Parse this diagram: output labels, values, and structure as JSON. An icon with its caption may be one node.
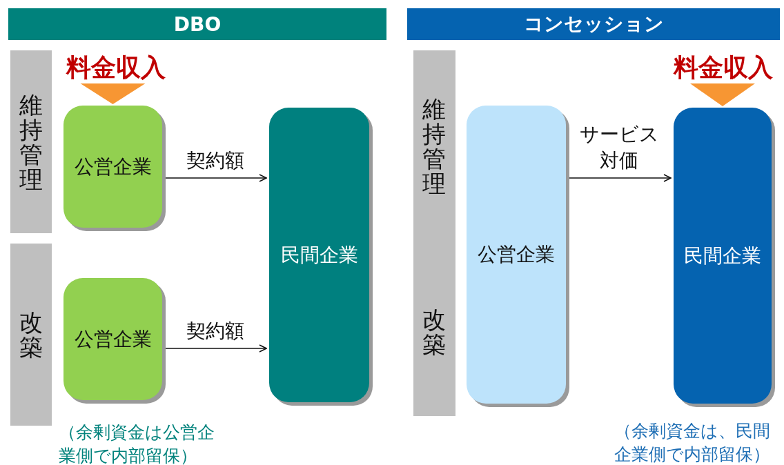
{
  "diagram": {
    "nodes": [
      {
        "text": [
          "DBO"
        ]
      },
      {
        "text": [
          "コンセッション"
        ]
      },
      {
        "text": [
          "維持管理"
        ]
      },
      {
        "text": [
          "改築"
        ]
      },
      {
        "text": [
          "料金収入"
        ]
      },
      {
        "text": [
          "公営企業"
        ]
      },
      {
        "text": [
          "公営企業"
        ]
      },
      {
        "text": [
          "民間企業"
        ]
      },
      {
        "text": [
          "維持管理",
          "改築"
        ]
      },
      {
        "text": [
          "公営企業"
        ]
      },
      {
        "text": [
          "料金収入"
        ]
      },
      {
        "text": [
          "民間企業"
        ]
      }
    ],
    "edges": [
      {
        "from": 4,
        "to": 5,
        "arrow": "to",
        "style": "thick",
        "color": "#f79633"
      },
      {
        "from": 5,
        "to": 7,
        "arrow": "to",
        "label": "契約額"
      },
      {
        "from": 6,
        "to": 7,
        "arrow": "to",
        "label": "契約額"
      },
      {
        "from": 9,
        "to": 11,
        "arrow": "to",
        "label": "サービス対価"
      },
      {
        "from": 10,
        "to": 11,
        "arrow": "to",
        "style": "thick",
        "color": "#f79633"
      }
    ],
    "labels": [
      "（余剰資金は公営企業側で内部留保）",
      "（余剰資金は、民間企業側で内部留保）"
    ]
  }
}
